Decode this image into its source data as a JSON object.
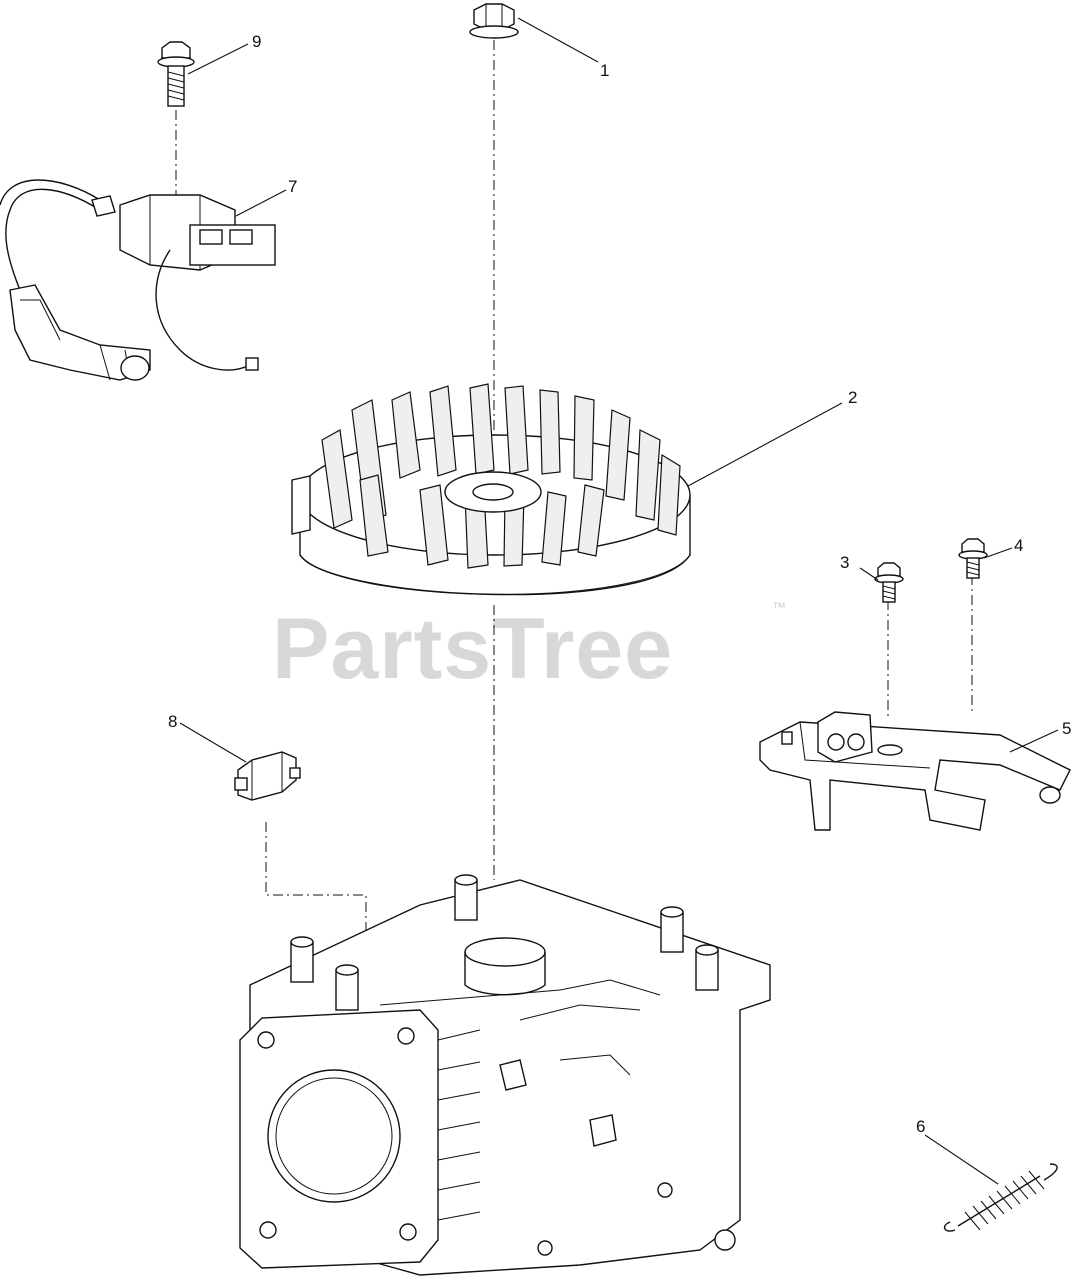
{
  "diagram": {
    "watermark": "PartsTree",
    "trademark": "™",
    "callouts": [
      {
        "id": "1",
        "label": "1"
      },
      {
        "id": "2",
        "label": "2"
      },
      {
        "id": "3",
        "label": "3"
      },
      {
        "id": "4",
        "label": "4"
      },
      {
        "id": "5",
        "label": "5"
      },
      {
        "id": "6",
        "label": "6"
      },
      {
        "id": "7",
        "label": "7"
      },
      {
        "id": "8",
        "label": "8"
      },
      {
        "id": "9",
        "label": "9"
      }
    ]
  }
}
